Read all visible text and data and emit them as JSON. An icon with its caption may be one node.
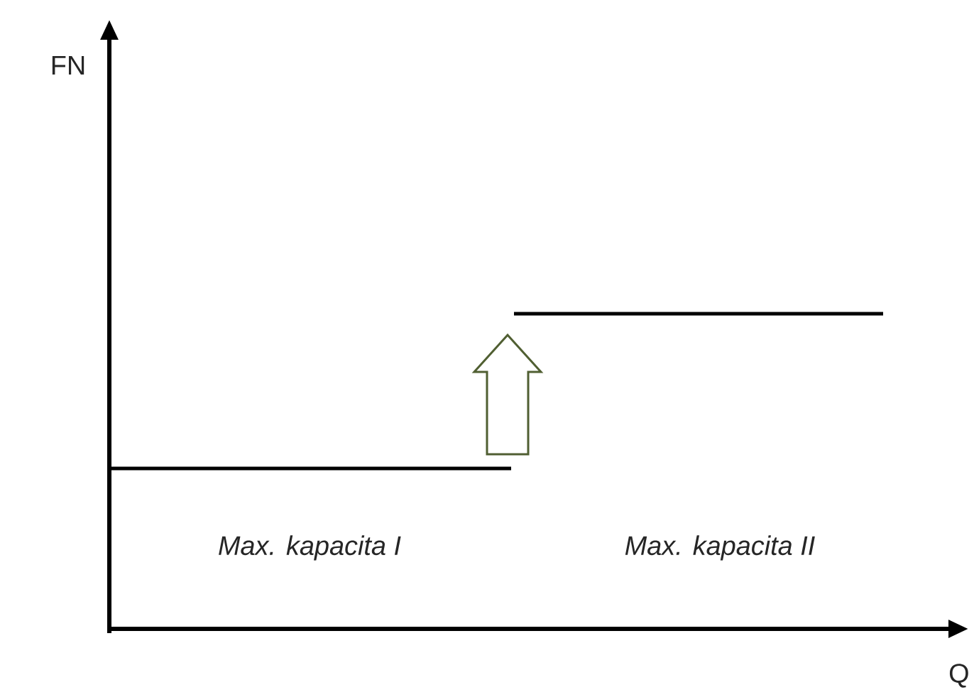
{
  "diagram": {
    "labels": [
      "FN",
      "Max. kapacita I",
      "Max. kapacita II",
      "Q"
    ]
  }
}
